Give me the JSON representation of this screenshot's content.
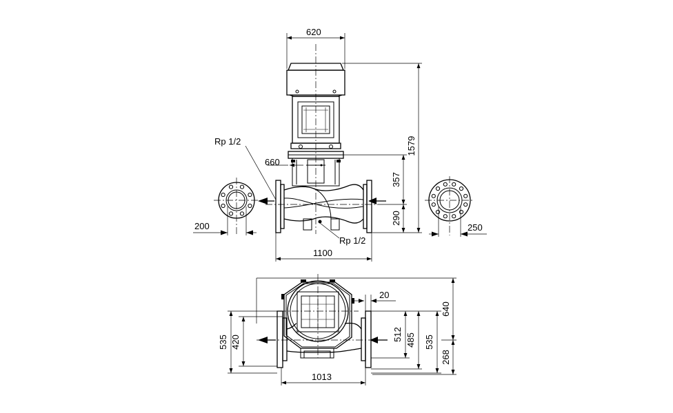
{
  "side_view": {
    "dim_motor_width": "620",
    "dim_overall_height": "1579",
    "dim_bracket_height": "357",
    "dim_shaft_center": "290",
    "dim_flange_width": "660",
    "dim_port_length": "1100",
    "label_rp_top": "Rp 1/2",
    "label_rp_bottom": "Rp 1/2",
    "dim_inlet_flange": "200",
    "dim_outlet_flange": "250"
  },
  "top_view": {
    "dim_offset": "20",
    "dim_left_outer": "535",
    "dim_left_inner": "420",
    "dim_512": "512",
    "dim_485": "485",
    "dim_right_535": "535",
    "dim_640": "640",
    "dim_268": "268",
    "dim_base_length": "1013"
  }
}
